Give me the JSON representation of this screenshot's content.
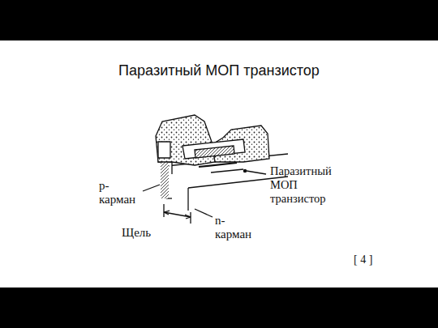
{
  "diagram": {
    "title": "Паразитный МОП транзистор",
    "labels": [
      "p- карман",
      "Щель",
      "n- карман",
      "Паразитный МОП транзистор",
      "[ 4 ]"
    ]
  }
}
